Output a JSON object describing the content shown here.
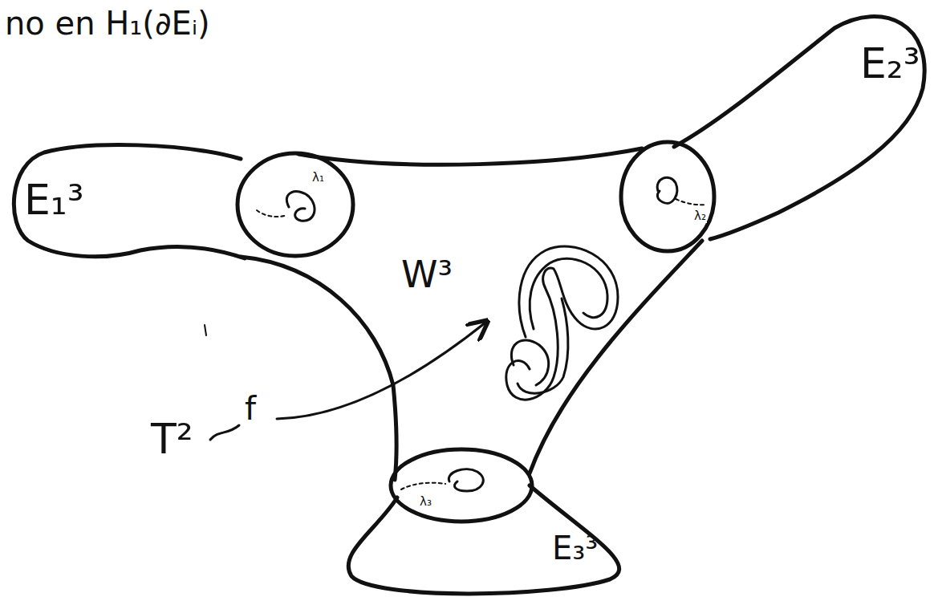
{
  "diagram": {
    "nodes": [
      {
        "text": [
          "E₁³"
        ]
      },
      {
        "text": [
          "E₂³"
        ]
      },
      {
        "text": [
          "W³"
        ]
      },
      {
        "text": [
          "E₃³"
        ]
      }
    ],
    "labels": [
      "no en H₁(∂Eᵢ)",
      "λ₁",
      "λ₂",
      "λ₃",
      "T²",
      "f"
    ]
  }
}
